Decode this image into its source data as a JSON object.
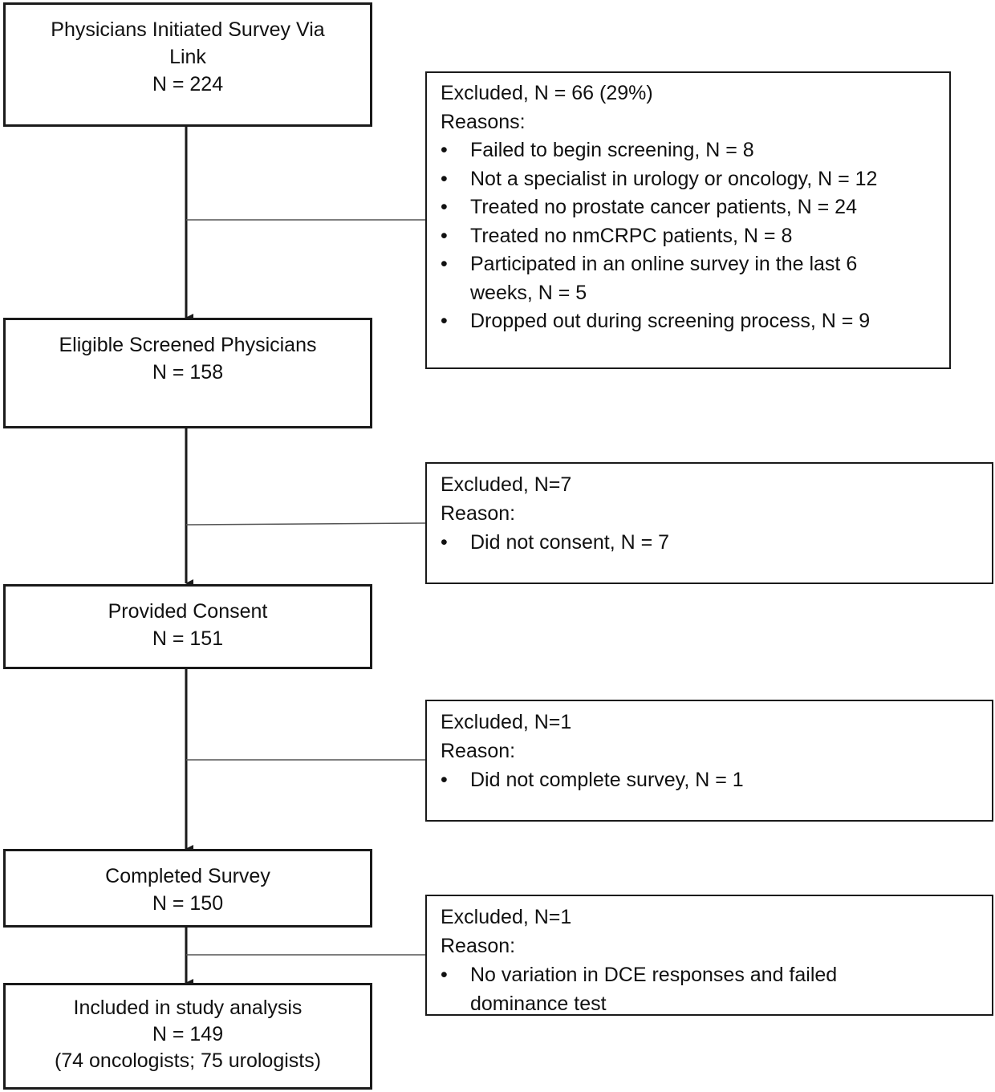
{
  "flow": {
    "steps": [
      {
        "lines": [
          "Physicians Initiated Survey Via",
          "Link",
          "N = 224"
        ]
      },
      {
        "lines": [
          "Eligible Screened Physicians",
          "N = 158"
        ]
      },
      {
        "lines": [
          "Provided Consent",
          "N = 151"
        ]
      },
      {
        "lines": [
          "Completed Survey",
          "N = 150"
        ]
      },
      {
        "lines": [
          "Included in study analysis",
          "N = 149",
          "(74 oncologists; 75 urologists)"
        ]
      }
    ],
    "exclusions": [
      {
        "title": "Excluded, N = 66 (29%)",
        "reasons_label": "Reasons:",
        "bullet": "•",
        "items": [
          [
            "Failed to begin screening, N = 8"
          ],
          [
            "Not a specialist in urology or oncology, N = 12"
          ],
          [
            "Treated no prostate cancer patients, N = 24"
          ],
          [
            "Treated no nmCRPC patients, N = 8"
          ],
          [
            "Participated in an online survey in the last 6",
            "weeks, N = 5"
          ],
          [
            "Dropped out during screening process, N = 9"
          ]
        ]
      },
      {
        "title": "Excluded, N=7",
        "reasons_label": "Reason:",
        "bullet": "•",
        "items": [
          [
            "Did not consent, N = 7"
          ]
        ]
      },
      {
        "title": "Excluded, N=1",
        "reasons_label": "Reason:",
        "bullet": "•",
        "items": [
          [
            "Did not complete survey, N = 1"
          ]
        ]
      },
      {
        "title": "Excluded, N=1",
        "reasons_label": "Reason:",
        "bullet": "•",
        "items": [
          [
            "No variation in DCE responses and failed",
            "dominance test"
          ]
        ]
      }
    ]
  }
}
